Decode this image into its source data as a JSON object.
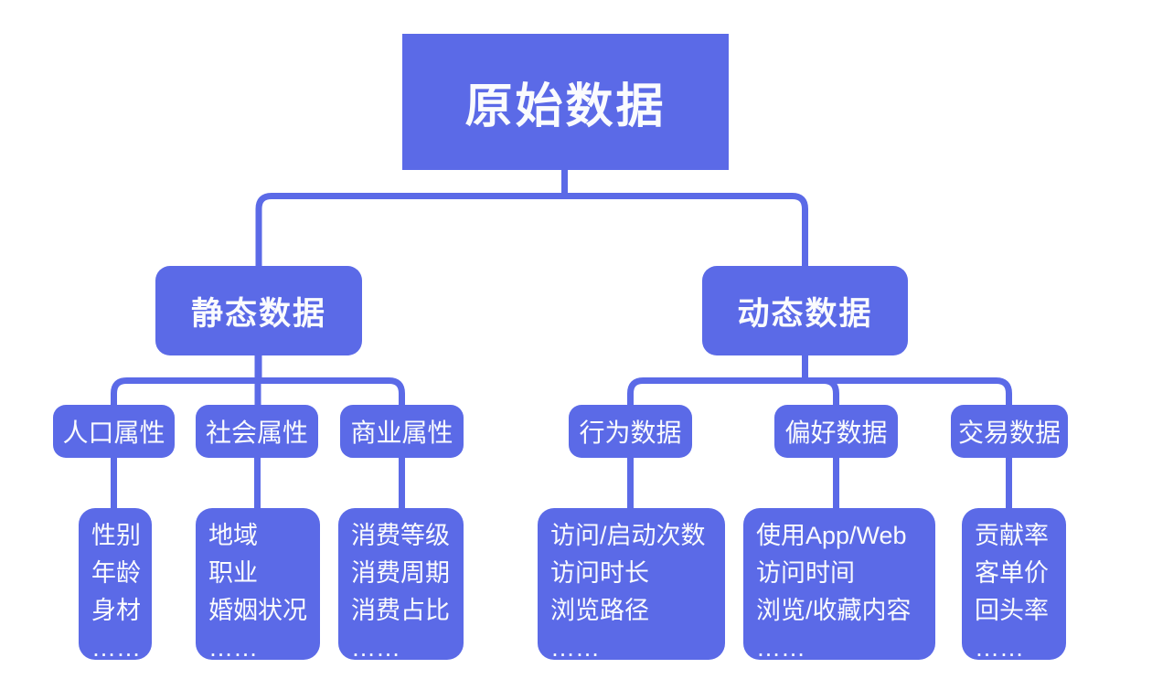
{
  "diagram": {
    "type": "tree",
    "colors": {
      "node_fill": "#5b6ae7",
      "node_text": "#fafbfd",
      "connector": "#5b6ae7",
      "background": "#ffffff"
    },
    "root": {
      "label": "原始数据",
      "children": [
        {
          "label": "静态数据",
          "children": [
            {
              "label": "人口属性",
              "items": [
                "性别",
                "年龄",
                "身材",
                "……"
              ]
            },
            {
              "label": "社会属性",
              "items": [
                "地域",
                "职业",
                "婚姻状况",
                "……"
              ]
            },
            {
              "label": "商业属性",
              "items": [
                "消费等级",
                "消费周期",
                "消费占比",
                "……"
              ]
            }
          ]
        },
        {
          "label": "动态数据",
          "children": [
            {
              "label": "行为数据",
              "items": [
                "访问/启动次数",
                "访问时长",
                "浏览路径",
                "……"
              ]
            },
            {
              "label": "偏好数据",
              "items": [
                "使用App/Web",
                "访问时间",
                "浏览/收藏内容",
                "……"
              ]
            },
            {
              "label": "交易数据",
              "items": [
                "贡献率",
                "客单价",
                "回头率",
                "……"
              ]
            }
          ]
        }
      ]
    }
  }
}
